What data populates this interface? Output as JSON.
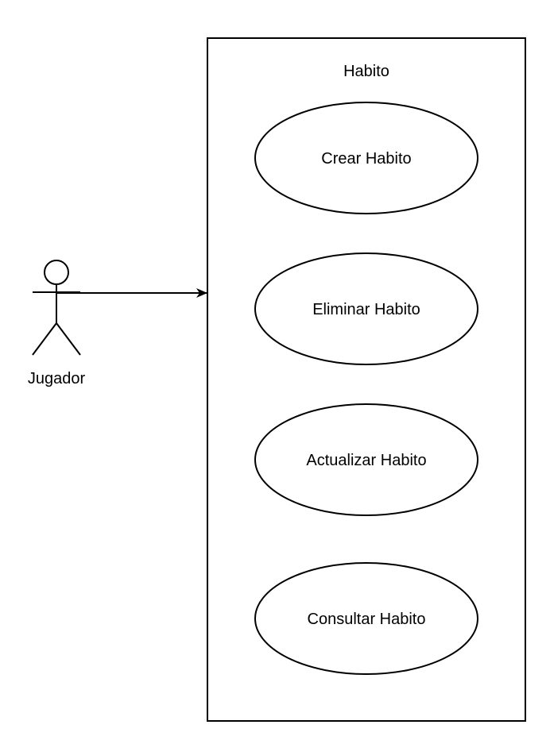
{
  "diagram": {
    "system": {
      "title": "Habito"
    },
    "actor": {
      "label": "Jugador"
    },
    "use_cases": [
      {
        "label": "Crear Habito"
      },
      {
        "label": "Eliminar Habito"
      },
      {
        "label": "Actualizar Habito"
      },
      {
        "label": "Consultar Habito"
      }
    ],
    "colors": {
      "stroke": "#000000",
      "background": "#ffffff"
    }
  }
}
